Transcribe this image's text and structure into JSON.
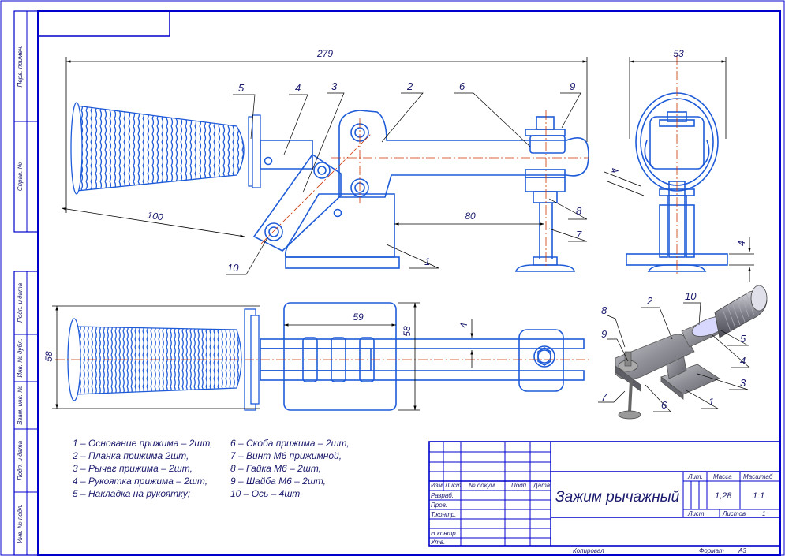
{
  "colors": {
    "frame": "#0000cc",
    "part": "#1e5bd8",
    "dim": "#000000",
    "axis": "#cc3300",
    "text": "#1a1a6e"
  },
  "dims": {
    "total_length": "279",
    "handle_length": "100",
    "reach": "80",
    "side_width": "53",
    "side_gap": "4",
    "side_plate": "4",
    "base_length": "59",
    "base_width": "58",
    "top_width": "58",
    "top_gap": "4"
  },
  "callouts": {
    "c1": "1",
    "c2": "2",
    "c3": "3",
    "c4": "4",
    "c5": "5",
    "c6": "6",
    "c7": "7",
    "c8": "8",
    "c9": "9",
    "c10": "10"
  },
  "iso_callouts": {
    "c1": "1",
    "c2": "2",
    "c3": "3",
    "c4": "4",
    "c5": "5",
    "c6": "6",
    "c7": "7",
    "c8": "8",
    "c9": "9",
    "c10": "10"
  },
  "legend": [
    "1 – Основание прижима – 2шт,",
    "2 – Планка прижима 2шт,",
    "3 – Рычаг прижима – 2шт,",
    "4 – Рукоятка прижима – 2шт,",
    "5 – Накладка на рукоятку;",
    "6 – Скоба прижима – 2шт,",
    "7 – Винт М6 прижимной,",
    "8 – Гайка М6 – 2шт,",
    "9 – Шайба М6 – 2шт,",
    "10 – Ось – 4шт"
  ],
  "side_stamps": [
    "Перв. примен.",
    "Справ. №",
    "Подп. и дата",
    "Инв. № дубл.",
    "Взам. инв. №",
    "Подп. и дата",
    "Инв. № подл."
  ],
  "title_block": {
    "title": "Зажим рычажный",
    "head": {
      "izm": "Изм.",
      "list": "Лист",
      "doc": "№ докум.",
      "podp": "Подп.",
      "data": "Дата"
    },
    "roles": [
      "Разраб.",
      "Пров.",
      "Т.контр.",
      "",
      "Н.контр.",
      "Утв."
    ],
    "lit_label": "Лит.",
    "mass_label": "Масса",
    "scale_label": "Масштаб",
    "mass": "1,28",
    "scale": "1:1",
    "sheet_label": "Лист",
    "sheets_label": "Листов",
    "sheets": "1"
  },
  "footer": {
    "copied": "Копировал",
    "format": "Формат",
    "format_value": "А3"
  }
}
